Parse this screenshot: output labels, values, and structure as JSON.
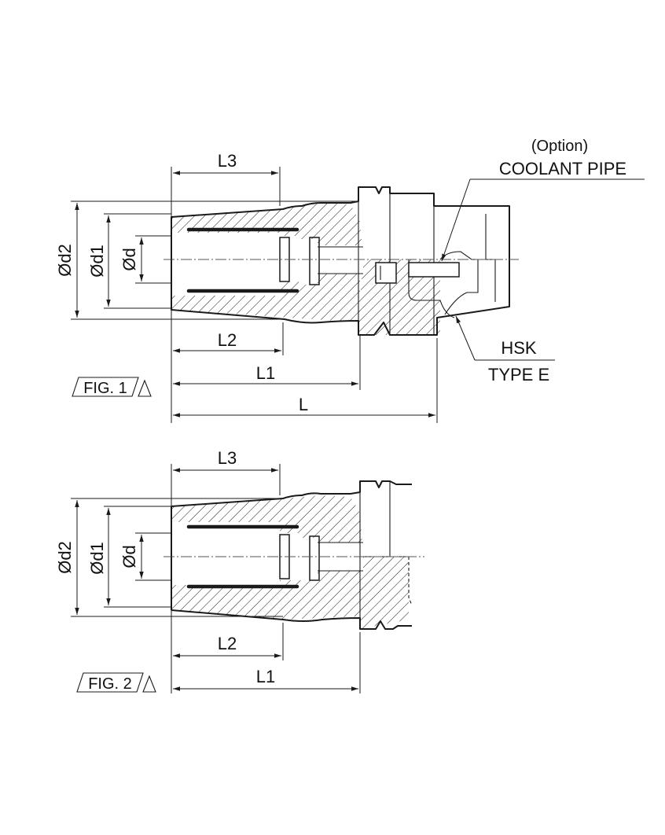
{
  "fig1": {
    "title": "FIG. 1",
    "callout_option": "(Option)",
    "callout_coolant": "COOLANT PIPE",
    "callout_hsk": "HSK",
    "callout_type": "TYPE E",
    "dim_d2": "Ød2",
    "dim_d1": "Ød1",
    "dim_d": "Ød",
    "dim_L3": "L3",
    "dim_L2": "L2",
    "dim_L1": "L1",
    "dim_L": "L"
  },
  "fig2": {
    "title": "FIG. 2",
    "dim_d2": "Ød2",
    "dim_d1": "Ød1",
    "dim_d": "Ød",
    "dim_L3": "L3",
    "dim_L2": "L2",
    "dim_L1": "L1"
  }
}
